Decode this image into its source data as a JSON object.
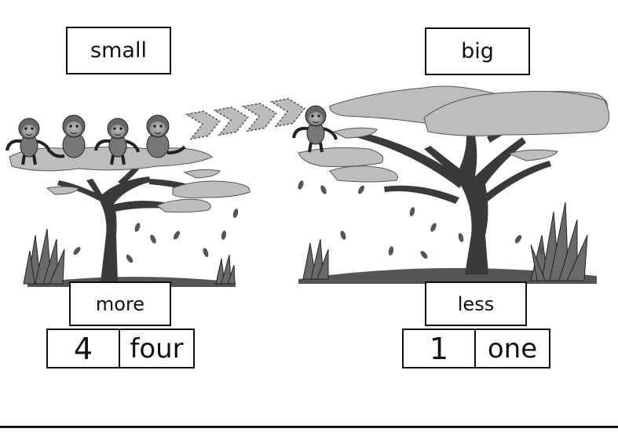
{
  "left_panel": {
    "size_label": "small",
    "comparison_label": "more",
    "count_numeral": "4",
    "count_word": "four"
  },
  "right_panel": {
    "size_label": "big",
    "comparison_label": "less",
    "count_numeral": "1",
    "count_word": "one"
  }
}
